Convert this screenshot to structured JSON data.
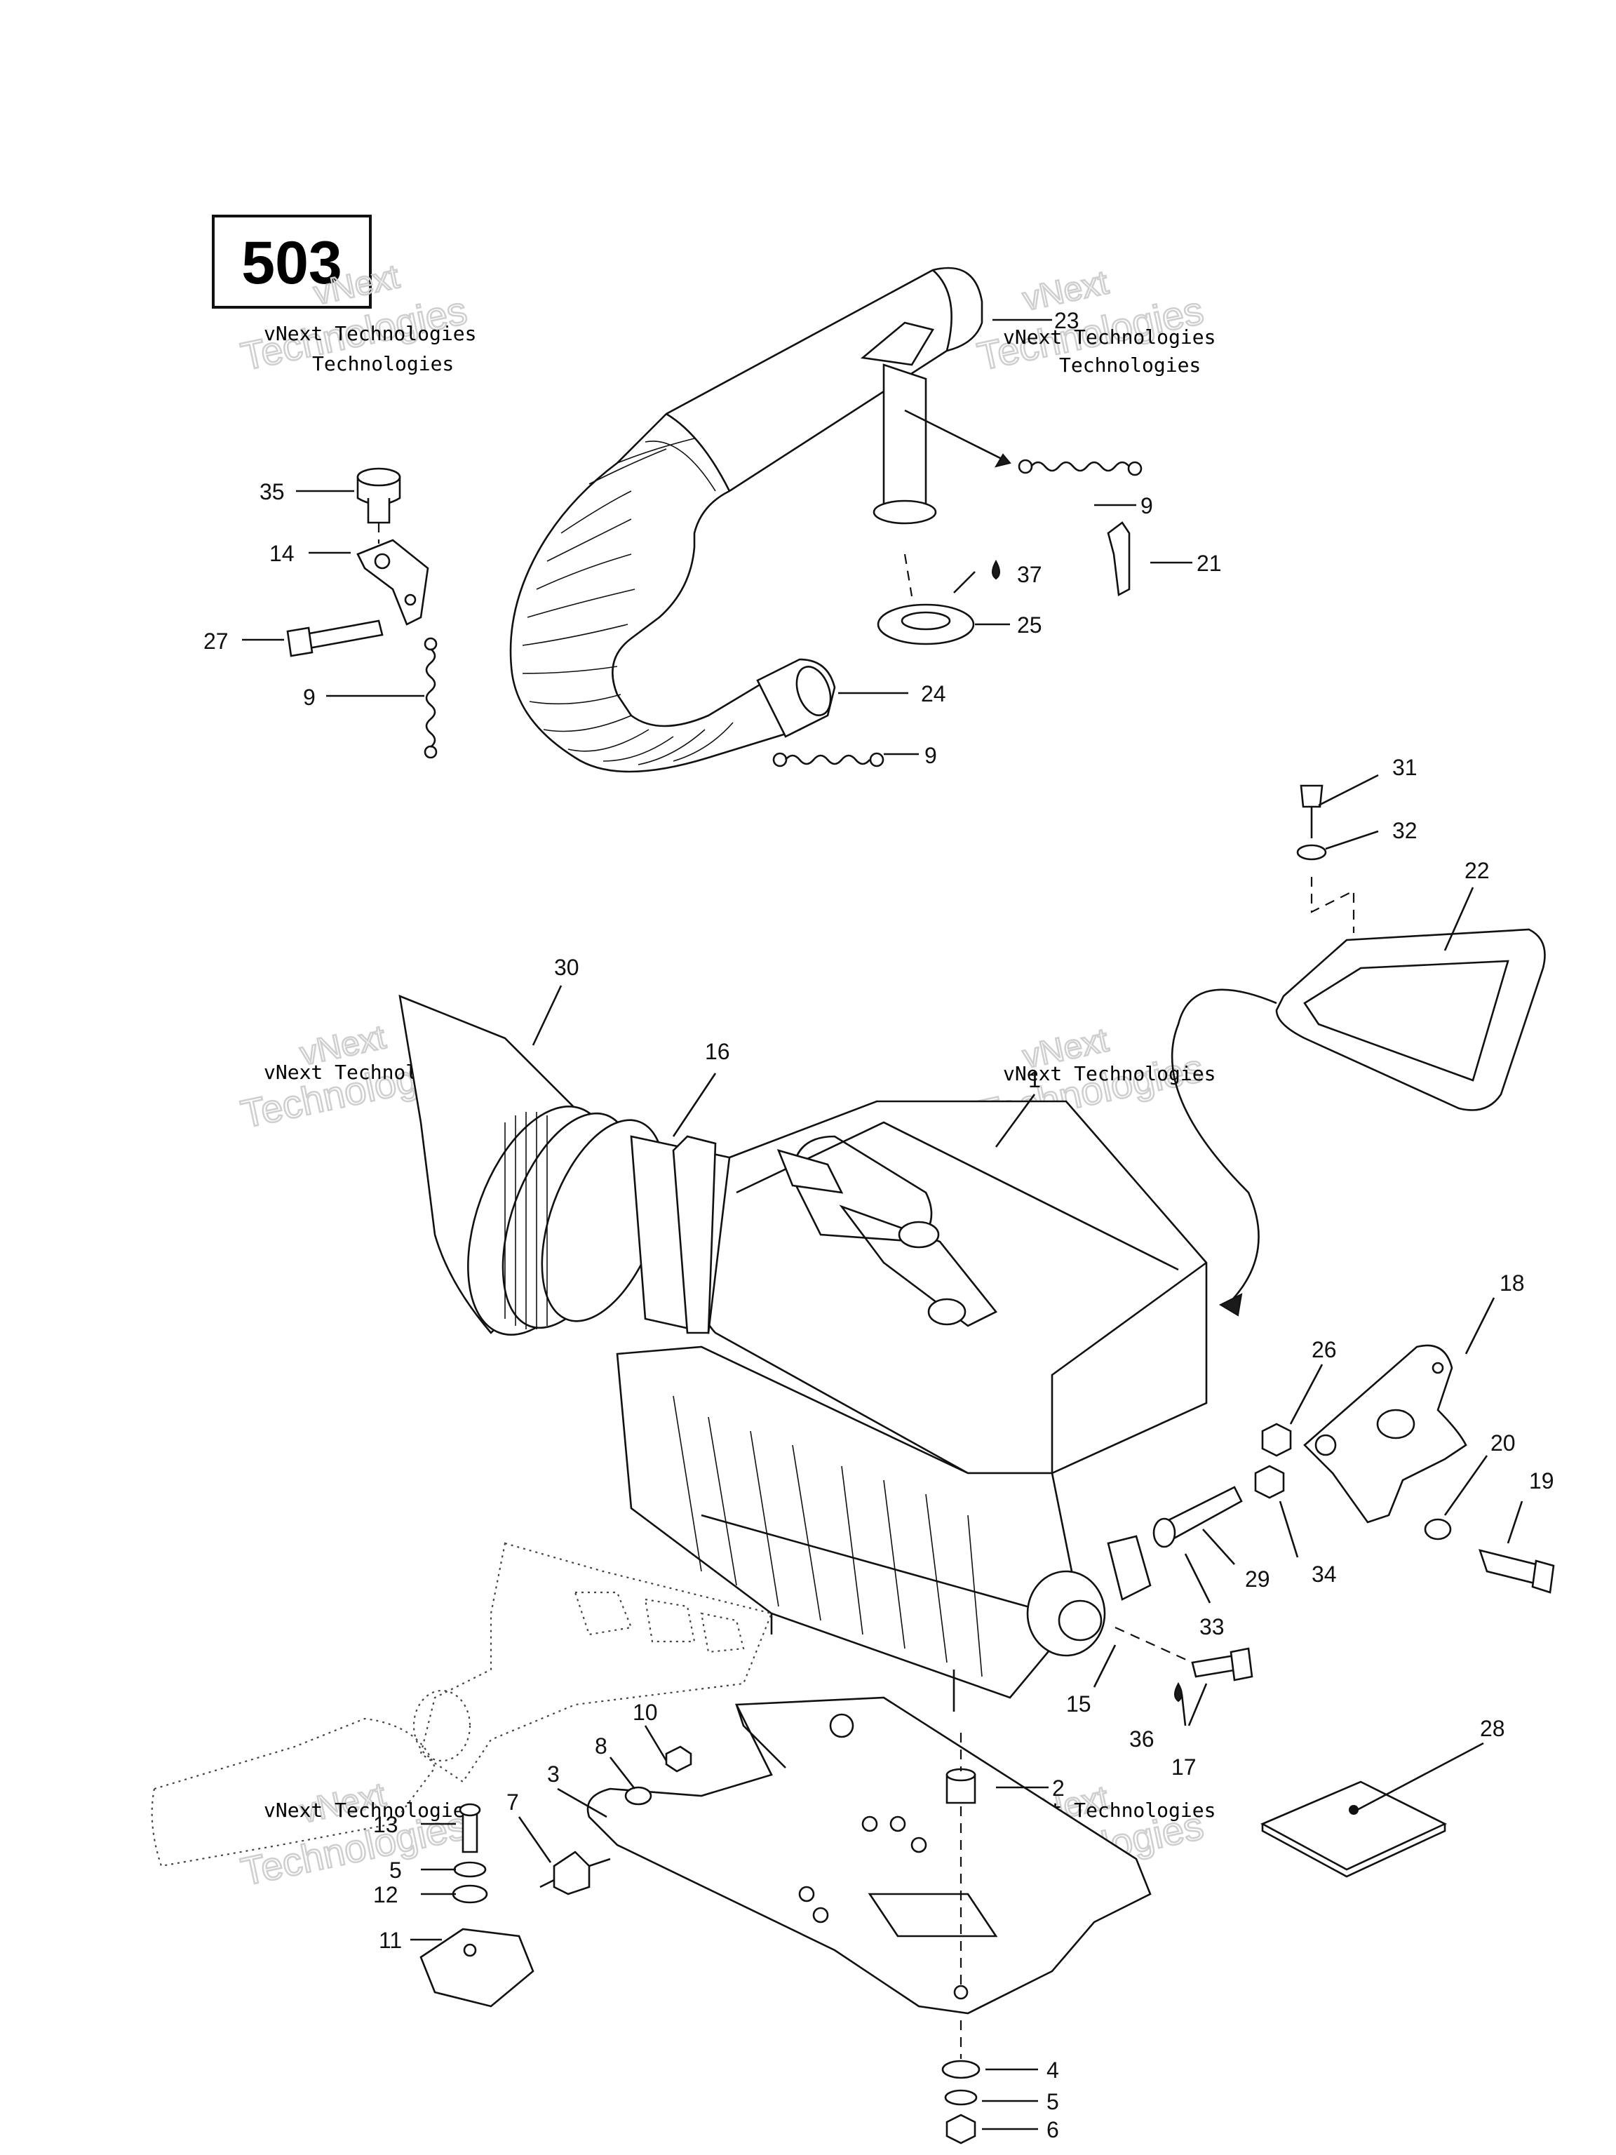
{
  "diagram_number": "503",
  "watermark": {
    "line_small": "vNext Technologies",
    "line_big_1": "vNext",
    "line_big_2": "Technologies"
  },
  "callouts": [
    {
      "id": "35",
      "label": "35"
    },
    {
      "id": "14",
      "label": "14"
    },
    {
      "id": "27",
      "label": "27"
    },
    {
      "id": "9a",
      "label": "9"
    },
    {
      "id": "23",
      "label": "23"
    },
    {
      "id": "9b",
      "label": "9"
    },
    {
      "id": "21",
      "label": "21"
    },
    {
      "id": "37",
      "label": "37"
    },
    {
      "id": "25",
      "label": "25"
    },
    {
      "id": "24",
      "label": "24"
    },
    {
      "id": "9c",
      "label": "9"
    },
    {
      "id": "31",
      "label": "31"
    },
    {
      "id": "32",
      "label": "32"
    },
    {
      "id": "22",
      "label": "22"
    },
    {
      "id": "30",
      "label": "30"
    },
    {
      "id": "16",
      "label": "16"
    },
    {
      "id": "1",
      "label": "1"
    },
    {
      "id": "18",
      "label": "18"
    },
    {
      "id": "26",
      "label": "26"
    },
    {
      "id": "20",
      "label": "20"
    },
    {
      "id": "19",
      "label": "19"
    },
    {
      "id": "34",
      "label": "34"
    },
    {
      "id": "29",
      "label": "29"
    },
    {
      "id": "33",
      "label": "33"
    },
    {
      "id": "15",
      "label": "15"
    },
    {
      "id": "36",
      "label": "36"
    },
    {
      "id": "17",
      "label": "17"
    },
    {
      "id": "28",
      "label": "28"
    },
    {
      "id": "10",
      "label": "10"
    },
    {
      "id": "8",
      "label": "8"
    },
    {
      "id": "3",
      "label": "3"
    },
    {
      "id": "7",
      "label": "7"
    },
    {
      "id": "13",
      "label": "13"
    },
    {
      "id": "5a",
      "label": "5"
    },
    {
      "id": "12",
      "label": "12"
    },
    {
      "id": "11",
      "label": "11"
    },
    {
      "id": "2",
      "label": "2"
    },
    {
      "id": "4",
      "label": "4"
    },
    {
      "id": "5b",
      "label": "5"
    },
    {
      "id": "6",
      "label": "6"
    }
  ]
}
